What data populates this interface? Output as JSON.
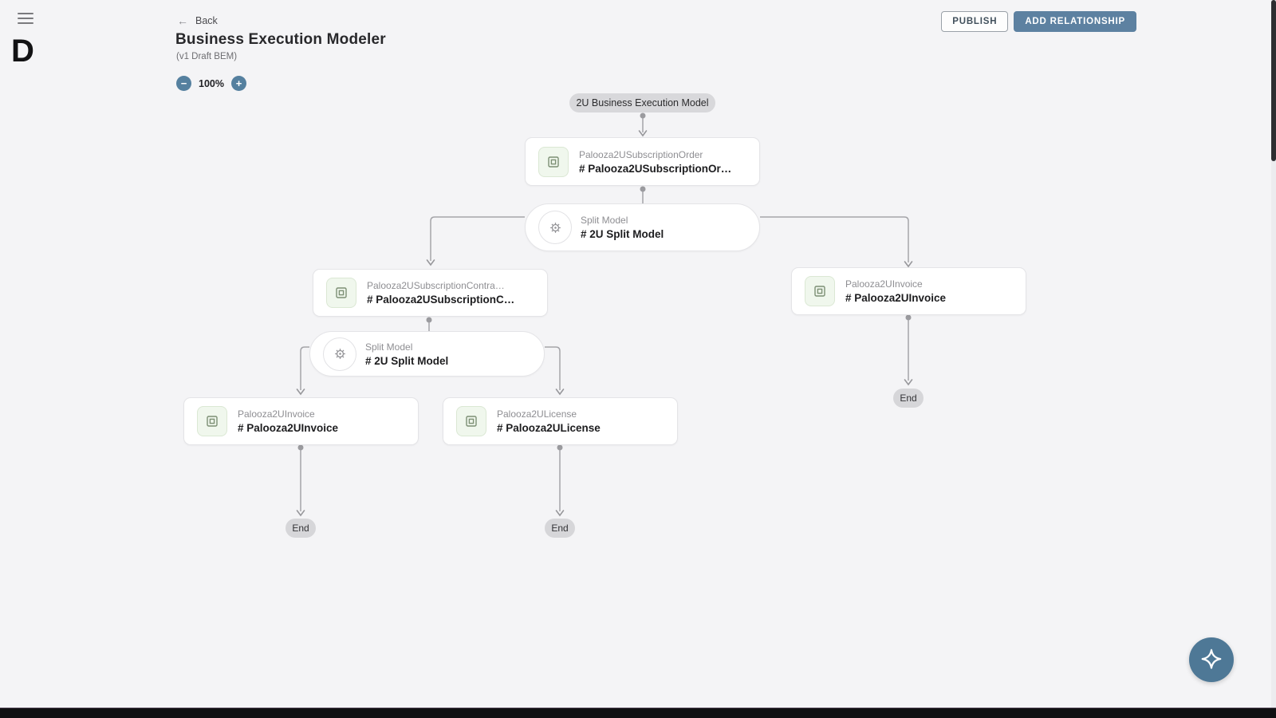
{
  "app": {
    "logo_text": "D"
  },
  "header": {
    "back_arrow": "←",
    "back_label": "Back",
    "title": "Business Execution Modeler",
    "subtitle": "(v1 Draft BEM)"
  },
  "zoom": {
    "minus_glyph": "−",
    "level": "100%",
    "plus_glyph": "+"
  },
  "toolbar": {
    "publish_label": "PUBLISH",
    "add_relationship_label": "ADD RELATIONSHIP"
  },
  "colors": {
    "accent": "#55809f",
    "add_button_fill": "#5d81a1",
    "fab_fill": "#4e7896",
    "canvas_background": "#f4f4f6",
    "node_border": "#e4e4e7",
    "pill_background": "#d7d7da",
    "entity_tile_background": "#f0f7ed",
    "entity_tile_border": "#dbe8d4",
    "connector": "#a5a5a9"
  },
  "diagram": {
    "root_label": "2U Business Execution Model",
    "end_label": "End",
    "nodes": {
      "order": {
        "type": "Palooza2USubscriptionOrder",
        "name": "# Palooza2USubscriptionOr…"
      },
      "split1": {
        "type": "Split Model",
        "name": "# 2U Split Model"
      },
      "contract": {
        "type": "Palooza2USubscriptionContra…",
        "name": "# Palooza2USubscriptionC…"
      },
      "invoiceRight": {
        "type": "Palooza2UInvoice",
        "name": "# Palooza2UInvoice"
      },
      "split2": {
        "type": "Split Model",
        "name": "# 2U Split Model"
      },
      "invoiceLeft": {
        "type": "Palooza2UInvoice",
        "name": "# Palooza2UInvoice"
      },
      "license": {
        "type": "Palooza2ULicense",
        "name": "# Palooza2ULicense"
      }
    }
  }
}
